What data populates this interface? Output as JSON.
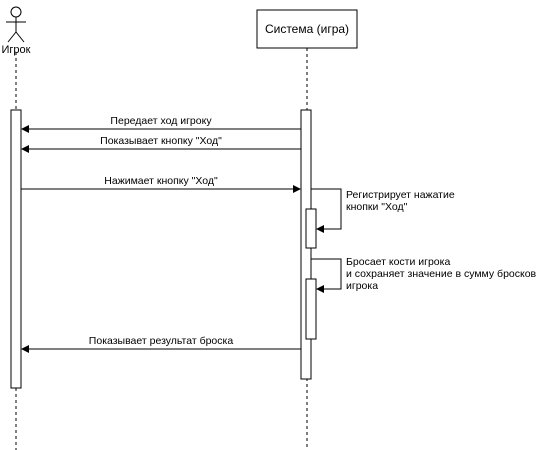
{
  "participants": {
    "actor": {
      "name": "Игрок",
      "icon": "stick-figure-icon"
    },
    "system": {
      "name": "Система (игра)"
    }
  },
  "messages": [
    {
      "text": "Передает ход игроку",
      "from": "system",
      "to": "actor",
      "style": "solid"
    },
    {
      "text": "Показывает кнопку \"Ход\"",
      "from": "system",
      "to": "actor",
      "style": "solid"
    },
    {
      "text": "Нажимает кнопку \"Ход\"",
      "from": "actor",
      "to": "system",
      "style": "solid"
    },
    {
      "text_lines": [
        "Регистрирует нажатие",
        "кнопки \"Ход\""
      ],
      "from": "system",
      "to": "system",
      "style": "self"
    },
    {
      "text_lines": [
        "Бросает кости игрока",
        "и сохраняет значение в сумму бросков",
        "игрока"
      ],
      "from": "system",
      "to": "system",
      "style": "self"
    },
    {
      "text": "Показывает результат броска",
      "from": "system",
      "to": "actor",
      "style": "solid"
    }
  ],
  "colors": {
    "line": "#000000",
    "background": "#ffffff"
  }
}
